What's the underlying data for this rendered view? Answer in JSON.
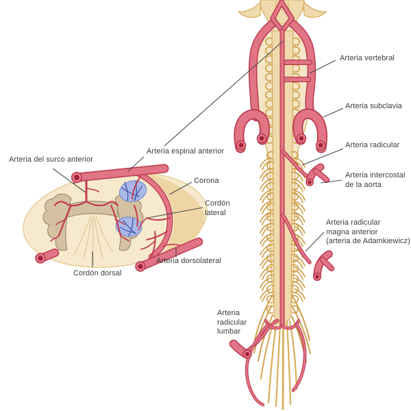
{
  "diagram": {
    "labels": {
      "arteria_vertebral": "Arteria vertebral",
      "arteria_subclavia": "Arteria subclavia",
      "arteria_radicular": "Arteria radicular",
      "arteria_intercostal": "Arteria intercostal\nde la aorta",
      "arteria_radicular_magna": "Arteria radicular\nmagna anterior\n(arteria de Adamkiewicz)",
      "arteria_radicular_lumbar": "Arteria\nradicular\nlumbar",
      "arteria_espinal_anterior": "Arteria espinal anterior",
      "arteria_surco_anterior": "Arteria del surco anterior",
      "corona": "Corona",
      "cordon_lateral": "Cordón\nlateral",
      "cordon_dorsal": "Cordón dorsal",
      "arteria_dorsolateral": "Arteria dorsolateral"
    },
    "colors": {
      "artery_fill": "#e17485",
      "artery_outline": "#b9394f",
      "artery_lumen": "#9e2038",
      "bone_fill": "#f4e6c6",
      "bone_outline": "#d9ab5c",
      "gray_matter": "#d4c1a1",
      "vein_fill": "#a9b8e7",
      "vein_line": "#3f57a8",
      "label_text": "#3b3b3b",
      "leader_line": "#4a4a4a",
      "background": "#ffffff"
    }
  }
}
